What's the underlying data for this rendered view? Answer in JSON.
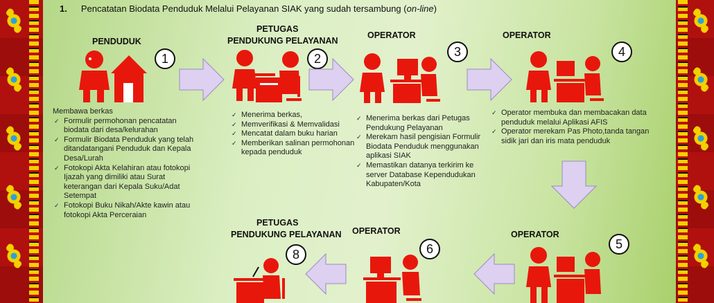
{
  "title": {
    "number": "1.",
    "text": "Pencatatan Biodata Penduduk Melalui Pelayanan SIAK yang sudah tersambung (",
    "italic": "on-line",
    "close": ")"
  },
  "steps": [
    {
      "number": "1",
      "label": "PENDUDUK",
      "intro": "Membawa berkas",
      "items": [
        "Formulir permohonan pencatatan biodata dari desa/kelurahan",
        "Formulir Biodata Penduduk yang telah ditandatangani Penduduk dan Kepala Desa/Lurah",
        "Fotokopi Akta Kelahiran atau fotokopi Ijazah yang dimiliki atau Surat keterangan dari Kepala Suku/Adat Setempat",
        "Fotokopi Buku Nikah/Akte kawin  atau fotokopi Akta Perceraian"
      ]
    },
    {
      "number": "2",
      "label1": "PETUGAS",
      "label2": "PENDUKUNG PELAYANAN",
      "items": [
        "Menerima berkas,",
        "Memverifikasi & Memvalidasi",
        "Mencatat dalam buku harian",
        "Memberikan salinan permohonan kepada penduduk"
      ]
    },
    {
      "number": "3",
      "label": "OPERATOR",
      "items": [
        "Menerima berkas dari Petugas Pendukung Pelayanan",
        "Merekam hasil pengisian Formulir Biodata Penduduk menggunakan aplikasi SIAK",
        "Memastikan datanya terkirim ke server Database Kependudukan Kabupaten/Kota"
      ]
    },
    {
      "number": "4",
      "label": "OPERATOR",
      "items": [
        "Operator membuka dan membacakan data penduduk melalui Aplikasi AFIS",
        "Operator merekam Pas Photo,tanda tangan sidik jari dan iris mata penduduk"
      ]
    },
    {
      "number": "5",
      "label": "OPERATOR"
    },
    {
      "number": "6",
      "label": "OPERATOR"
    },
    {
      "number": "8",
      "label1": "PETUGAS",
      "label2": "PENDUKUNG PELAYANAN"
    }
  ],
  "colors": {
    "figure": "#e8170c",
    "arrow_fill": "#ddd0f0",
    "arrow_stroke": "#9a8cc0"
  }
}
